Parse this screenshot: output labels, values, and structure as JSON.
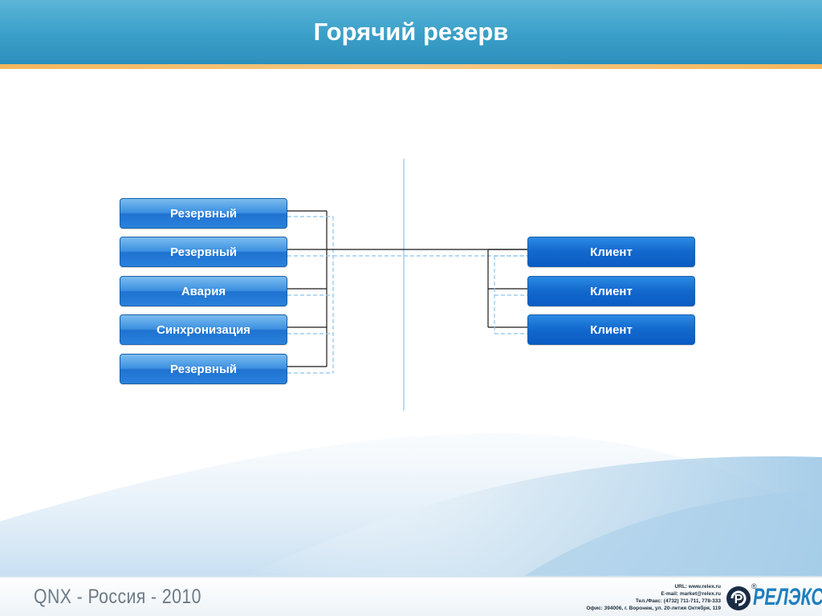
{
  "slide": {
    "title": "Горячий резерв",
    "footer_label": "QNX - Россия - 2010",
    "contacts": [
      "URL: www.relex.ru",
      "E-mail: market@relex.ru",
      "Тел./Факс: (4732) 711-711, 778-333",
      "Офис: 394006, г. Воронеж, ул. 20-летия Октября, 119"
    ],
    "logo_text": "РЕЛЭКС",
    "logo_mark": "Р",
    "registered": "®"
  },
  "diagram": {
    "left_nodes": [
      {
        "label": "Резервный"
      },
      {
        "label": "Резервный"
      },
      {
        "label": "Авария"
      },
      {
        "label": "Синхронизация"
      },
      {
        "label": "Резервный"
      }
    ],
    "right_nodes": [
      {
        "label": "Клиент"
      },
      {
        "label": "Клиент"
      },
      {
        "label": "Клиент"
      }
    ],
    "colors": {
      "solid_line": "#1a1a1a",
      "dashed_line": "#8cc4ec",
      "divider": "#8cc4ec"
    }
  }
}
